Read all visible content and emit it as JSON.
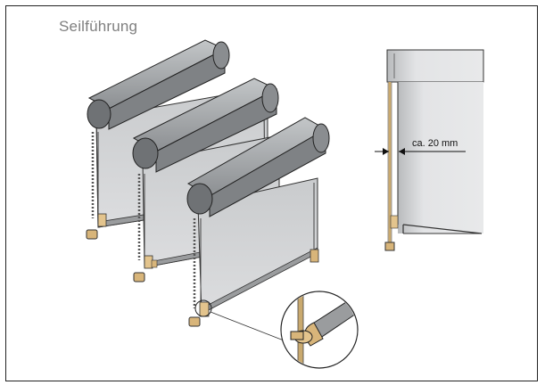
{
  "title": "Seilführung",
  "dimension_label": "ca. 20 mm",
  "colors": {
    "frame": "#222222",
    "title": "#7f7f7f",
    "box_light": "#a9acaf",
    "box_mid": "#8d9093",
    "box_dark": "#5f6265",
    "fabric": "#d5d6d8",
    "cord": "#c9a96e",
    "weight": "#d8b57a"
  },
  "icons": [
    "roller-blind",
    "cord-guide-detail",
    "dimension-arrow"
  ]
}
